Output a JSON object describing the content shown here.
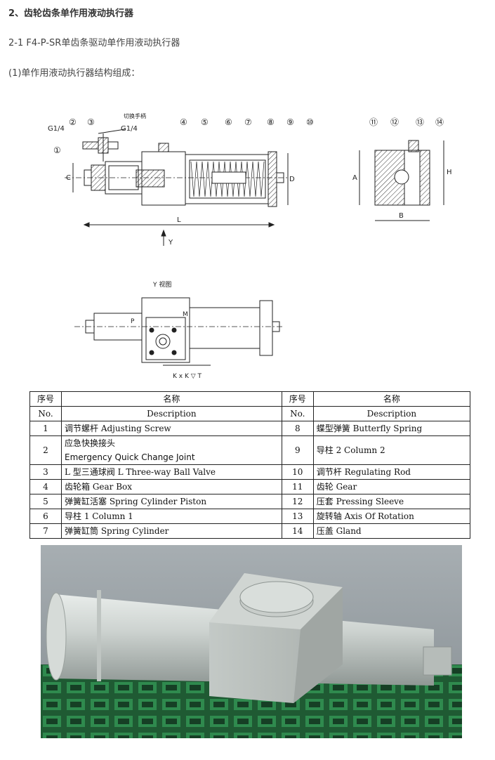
{
  "heading": "2、齿轮齿条单作用液动执行器",
  "subheading": "2-1  F4-P-SR单齿条驱动单作用液动执行器",
  "intro": "(1)单作用液动执行器结构组成：",
  "drawing": {
    "callouts": [
      "①",
      "②",
      "③",
      "④",
      "⑤",
      "⑥",
      "⑦",
      "⑧",
      "⑨",
      "⑩",
      "⑪",
      "⑫",
      "⑬",
      "⑭"
    ],
    "port_left": "G1/4",
    "port_right": "G1/4",
    "handle_note": "切换手柄",
    "dim_C": "C",
    "dim_L": "L",
    "dim_D": "D",
    "dim_A": "A",
    "dim_B": "B",
    "dim_H": "H",
    "arrow_Y": "Y",
    "view_title": "Y 视图",
    "dim_P": "P",
    "dim_M": "M",
    "dim_KKT": "K x K ▽ T"
  },
  "table": {
    "headers": {
      "no_cn": "序号",
      "no_en": "No.",
      "name_cn": "名称",
      "name_en": "Description"
    },
    "rows": [
      {
        "l_no": "1",
        "l_desc": "调节螺杆  Adjusting Screw",
        "r_no": "8",
        "r_desc": "蝶型弹簧  Butterfly Spring"
      },
      {
        "l_no": "2",
        "l_desc": "应急快换接头",
        "l_desc2": "Emergency Quick Change Joint",
        "r_no": "9",
        "r_desc": "导柱 2    Column 2"
      },
      {
        "l_no": "3",
        "l_desc": "L 型三通球阀  L Three-way Ball Valve",
        "r_no": "10",
        "r_desc": "调节杆  Regulating Rod"
      },
      {
        "l_no": "4",
        "l_desc": "齿轮箱  Gear Box",
        "r_no": "11",
        "r_desc": "齿轮  Gear"
      },
      {
        "l_no": "5",
        "l_desc": "弹簧缸活塞  Spring Cylinder Piston",
        "r_no": "12",
        "r_desc": "压套  Pressing Sleeve"
      },
      {
        "l_no": "6",
        "l_desc": "导柱 1    Column 1",
        "r_no": "13",
        "r_desc": "旋转轴  Axis Of Rotation"
      },
      {
        "l_no": "7",
        "l_desc": "弹簧缸筒  Spring Cylinder",
        "r_no": "14",
        "r_desc": "压盖  Gland"
      }
    ]
  },
  "colors": {
    "actuator_body": "#c9cfcc",
    "grate": "#2e7d4a",
    "background_wall": "#9aa2a6"
  }
}
